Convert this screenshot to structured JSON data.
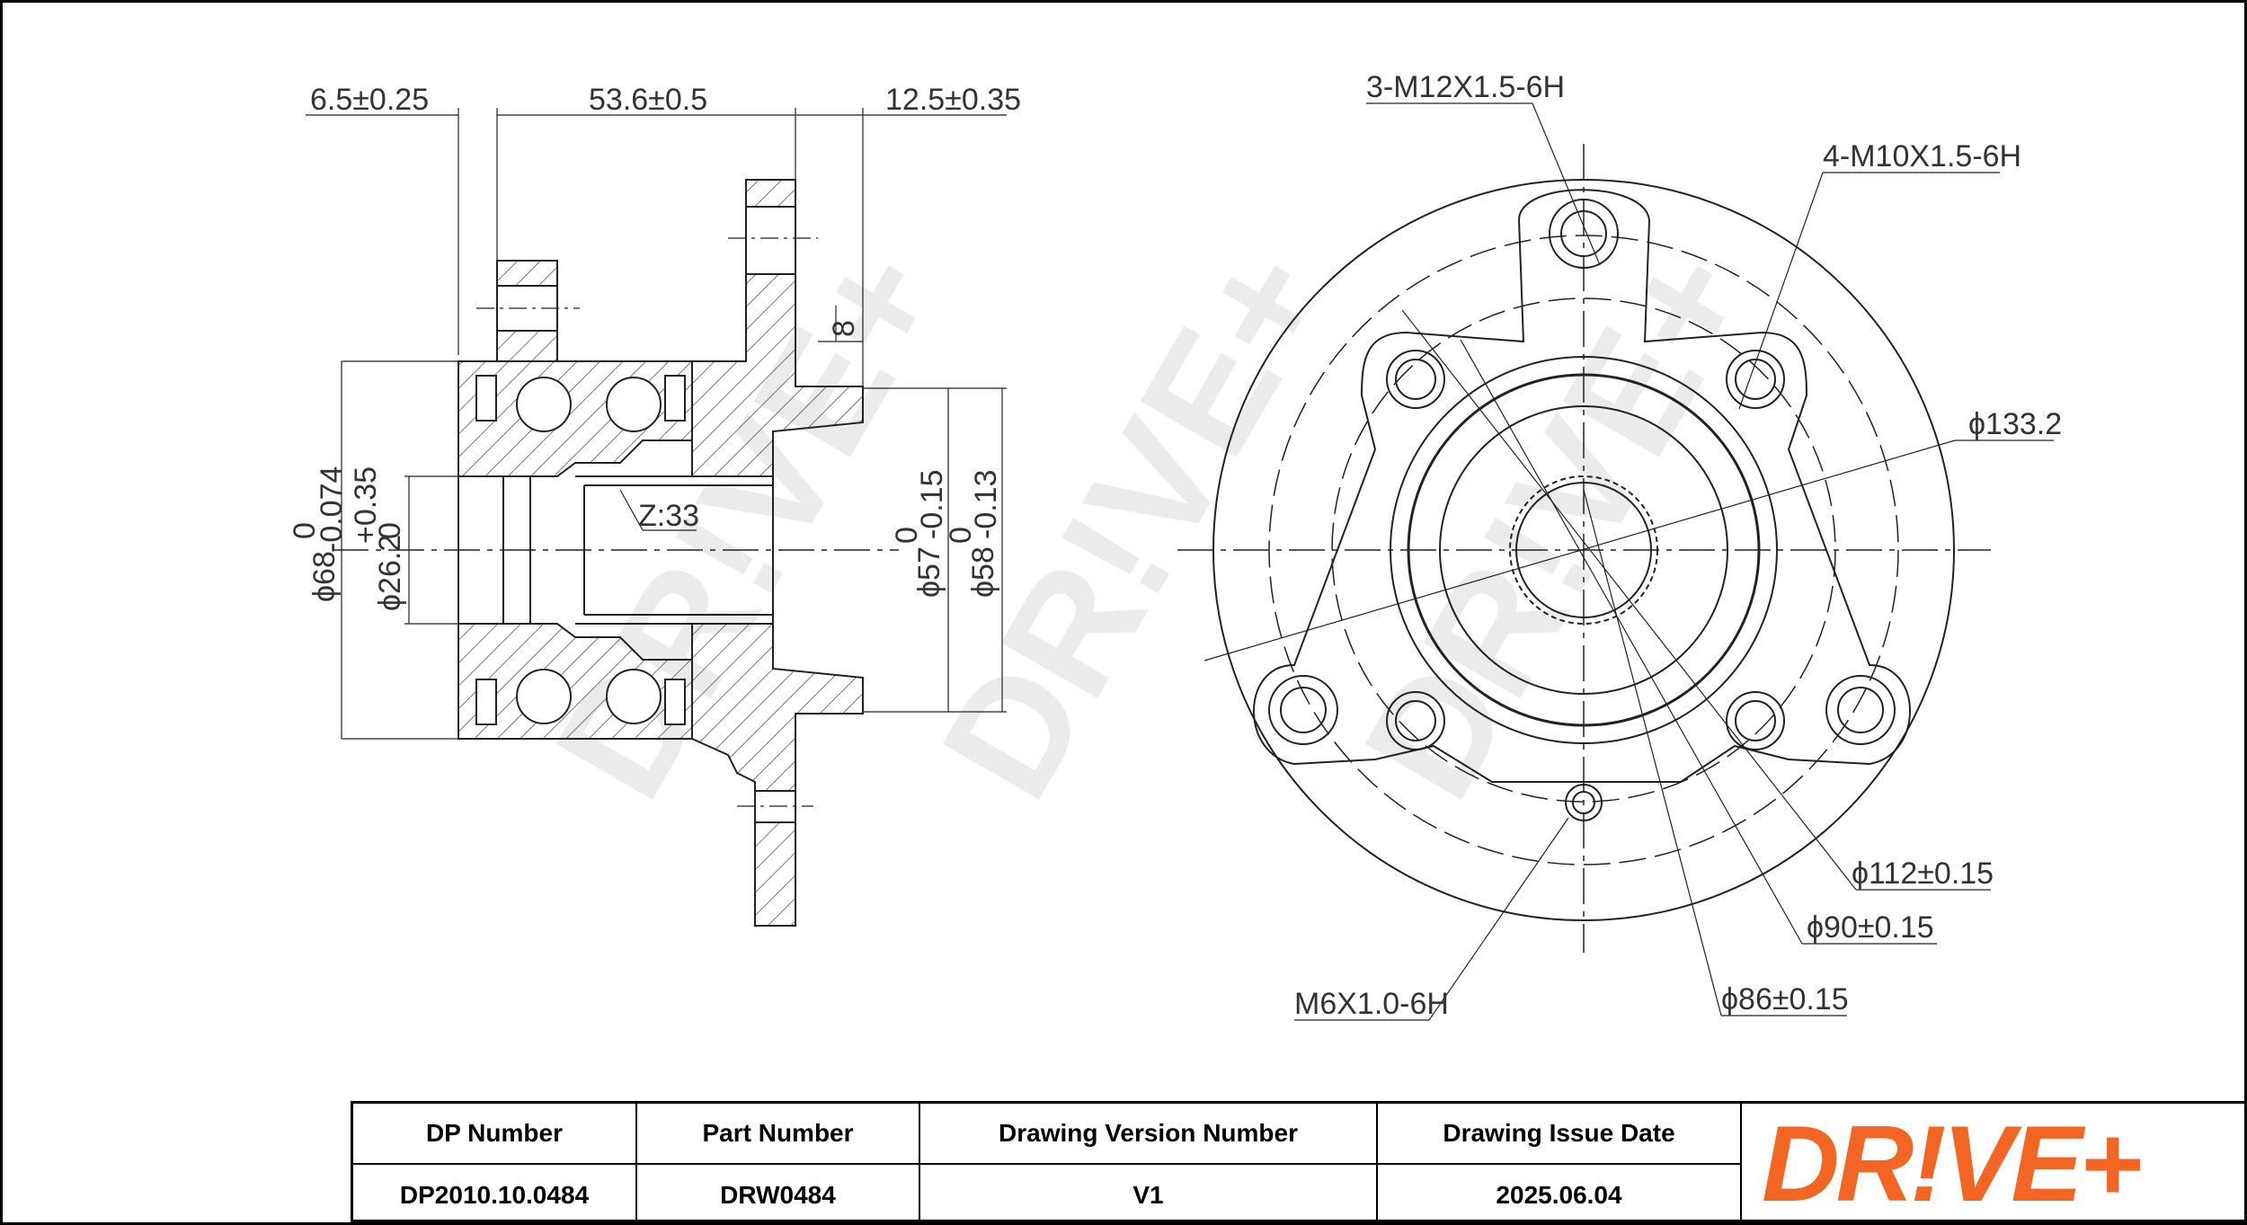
{
  "side_view": {
    "dim_flange_offset": "6.5±0.25",
    "dim_width": "53.6±0.5",
    "dim_pilot": "12.5±0.35",
    "dim_8": "8",
    "dim_bore": "ϕ26.2",
    "dim_bore_tol_upper": "+0.35",
    "dim_bore_tol_lower": "0",
    "dim_od": "ϕ68",
    "dim_od_tol_upper": "0",
    "dim_od_tol_lower": "-0.074",
    "dim_pilot_d57": "ϕ57",
    "dim_pilot_d57_tol_upper": "0",
    "dim_pilot_d57_tol_lower": "-0.15",
    "dim_pilot_d58": "ϕ58",
    "dim_pilot_d58_tol_upper": "0",
    "dim_pilot_d58_tol_lower": "-0.13",
    "spline_teeth": "Z:33"
  },
  "front_view": {
    "thread_3": "3-M12X1.5-6H",
    "thread_4": "4-M10X1.5-6H",
    "dia_flange": "ϕ133.2",
    "dia_112": "ϕ112±0.15",
    "dia_90": "ϕ90±0.15",
    "dia_86": "ϕ86±0.15",
    "thread_m6": "M6X1.0-6H"
  },
  "watermark": "DR!VE+",
  "title_block": {
    "headers": [
      "DP Number",
      "Part Number",
      "Drawing Version Number",
      "Drawing Issue Date"
    ],
    "values": [
      "DP2010.10.0484",
      "DRW0484",
      "V1",
      "2025.06.04"
    ],
    "logo_text": "DR!VE+",
    "logo_color": "#f26522"
  }
}
